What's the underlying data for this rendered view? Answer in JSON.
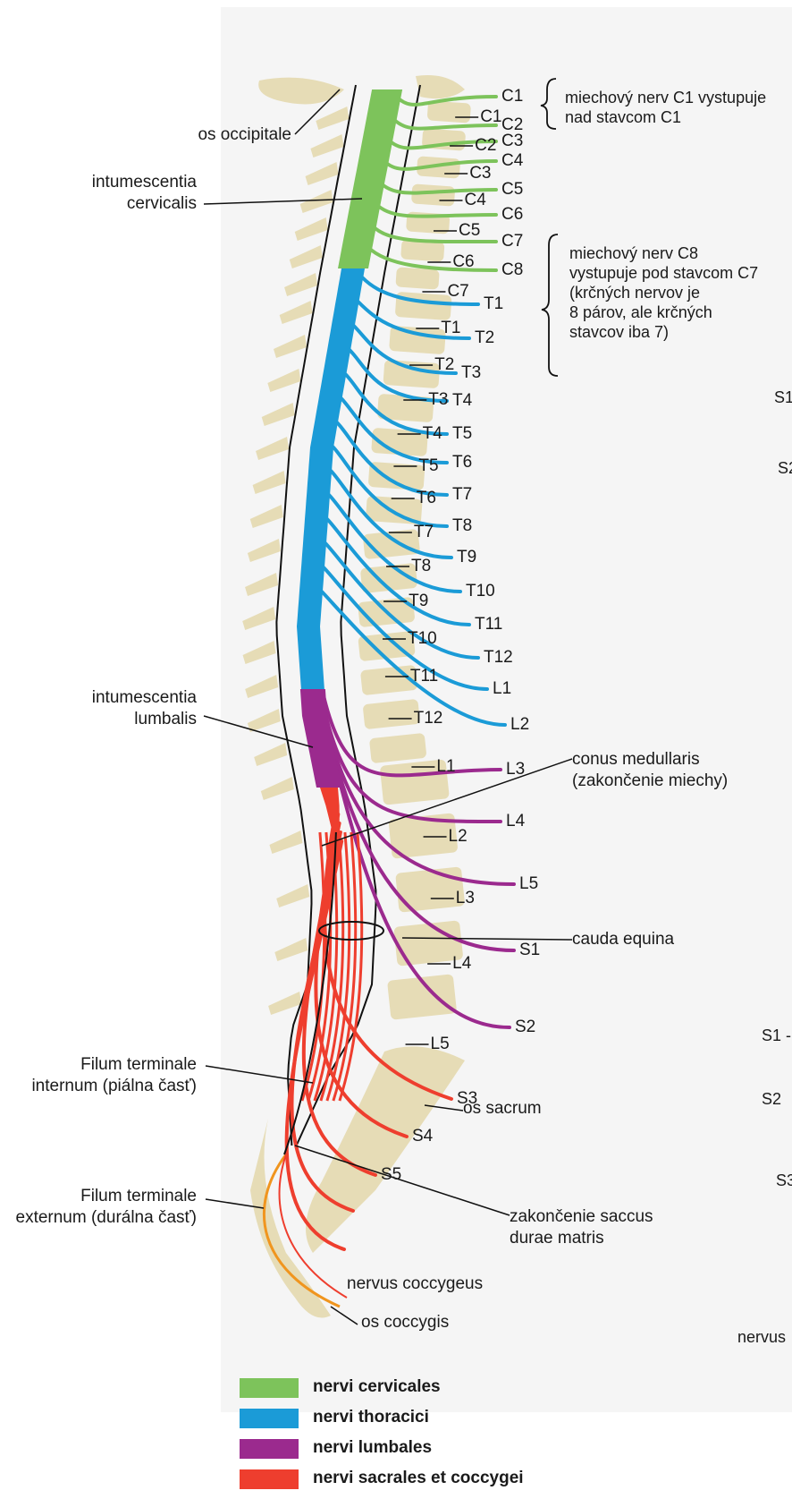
{
  "left_labels": {
    "os_occipitale": "os occipitale",
    "intumescentia_cervicalis_1": "intumescentia",
    "intumescentia_cervicalis_2": "cervicalis",
    "intumescentia_lumbalis_1": "intumescentia",
    "intumescentia_lumbalis_2": "lumbalis",
    "filum_internum_1": "Filum terminale",
    "filum_internum_2": "internum (piálna časť)",
    "filum_externum_1": "Filum terminale",
    "filum_externum_2": "externum (durálna časť)"
  },
  "vertebra_labels": [
    "C1",
    "C2",
    "C3",
    "C4",
    "C5",
    "C6",
    "C7",
    "T1",
    "T2",
    "T3",
    "T4",
    "T5",
    "T6",
    "T7",
    "T8",
    "T9",
    "T10",
    "T11",
    "T12",
    "L1",
    "L2",
    "L3",
    "L4",
    "L5"
  ],
  "nerve_labels": [
    "C1",
    "C2",
    "C3",
    "C4",
    "C5",
    "C6",
    "C7",
    "C8",
    "T1",
    "T2",
    "T3",
    "T4",
    "T5",
    "T6",
    "T7",
    "T8",
    "T9",
    "T10",
    "T11",
    "T12",
    "L1",
    "L2",
    "L3",
    "L4",
    "L5",
    "S1",
    "S2",
    "S3",
    "S4",
    "S5"
  ],
  "right_labels": {
    "conus_1": "conus medullaris",
    "conus_2": "(zakončenie miechy)",
    "cauda_equina": "cauda equina",
    "os_sacrum": "os sacrum",
    "saccus_1": "zakončenie saccus",
    "saccus_2": "durae matris",
    "nervus_coccygeus": "nervus coccygeus",
    "os_coccygis": "os coccygis"
  },
  "notes": {
    "c1_note_1": "miechový nerv C1 vystupuje",
    "c1_note_2": "nad stavcom C1",
    "c8_note_1": "miechový nerv C8",
    "c8_note_2": "vystupuje pod stavcom C7",
    "c8_note_3": "(krčných nervov je",
    "c8_note_4": "8 párov, ale krčných",
    "c8_note_5": "stavcov iba 7)"
  },
  "edge_fragments": [
    "S1",
    "S2",
    "S1 -",
    "S2",
    "S3",
    "nervus"
  ],
  "legend": [
    {
      "label": "nervi cervicales",
      "color": "#7dc35b"
    },
    {
      "label": "nervi thoracici",
      "color": "#1b9bd7"
    },
    {
      "label": "nervi lumbales",
      "color": "#9b2a8e"
    },
    {
      "label": "nervi sacrales et coccygei",
      "color": "#ee3e2e"
    }
  ],
  "colors": {
    "cervical": "#7dc35b",
    "thoracic": "#1b9bd7",
    "lumbar": "#9b2a8e",
    "sacral": "#ee3e2e",
    "filum_externum": "#f0951e",
    "bone": "#e6dcb6",
    "panel": "#f5f5f5"
  }
}
